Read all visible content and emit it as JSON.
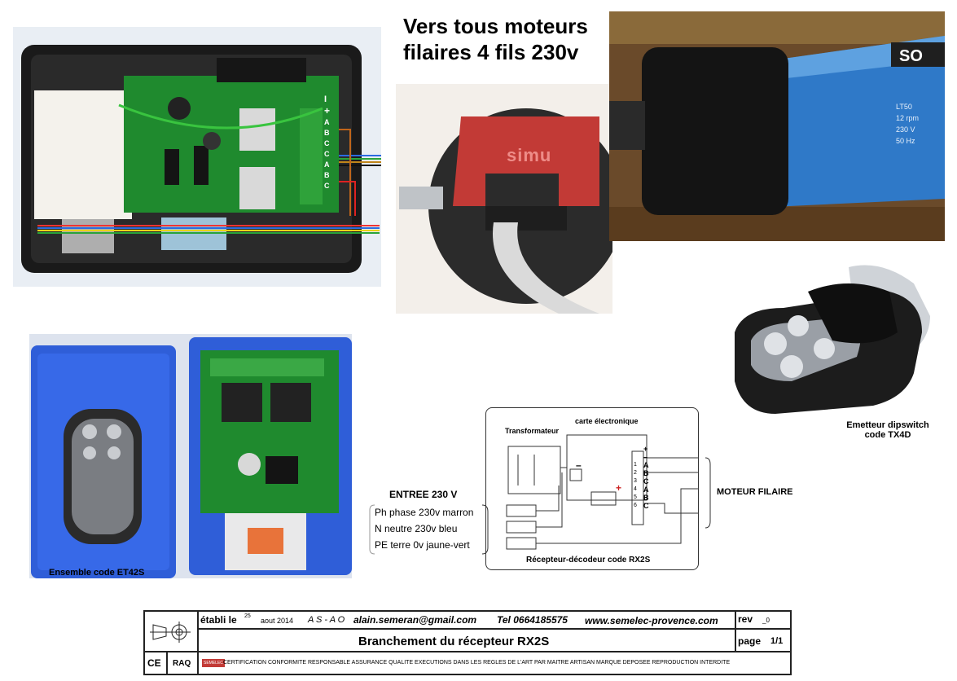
{
  "headline": {
    "line1": "Vers tous moteurs",
    "line2": "filaires 4 fils 230v"
  },
  "terminal_labels": [
    "I",
    "+",
    "A",
    "B",
    "C",
    "C",
    "A",
    "B",
    "C"
  ],
  "simu_logo": "simu",
  "motor_tube": {
    "brand": "SO",
    "specs": [
      "LT50",
      "12 rpm",
      "230 V",
      "50 Hz"
    ]
  },
  "remote_caption": {
    "line1": "Emetteur dipswitch",
    "line2": "code TX4D"
  },
  "ensemble_caption": "Ensemble code ET42S",
  "schema": {
    "carte": "carte électronique",
    "transfo": "Transformateur",
    "terminals": [
      "+",
      "–",
      "A",
      "B",
      "C",
      "A",
      "B",
      "C"
    ],
    "terminal_numbers": [
      "1",
      "2",
      "3",
      "4",
      "5",
      "6"
    ],
    "minus": "–",
    "plus": "+",
    "receiver_caption": "Récepteur-décodeur code RX2S"
  },
  "entree": {
    "title": "ENTREE  230 V",
    "lines": [
      "Ph phase 230v marron",
      "N   neutre 230v bleu",
      "PE terre  0v jaune-vert"
    ]
  },
  "moteur_label": "MOTEUR FILAIRE",
  "title_block": {
    "etabli": "établi le",
    "date_num": "25",
    "date_rest": "aout 2014",
    "author": "A S - A O",
    "email": "alain.semeran@gmail.com",
    "tel": "Tel 0664185575",
    "web": "www.semelec-provence.com",
    "rev": "rev",
    "rev_val": "_0",
    "title": "Branchement du récepteur RX2S",
    "page": "page",
    "page_val": "1/1",
    "ce": "CE",
    "raq": "RAQ",
    "badge": "SEMELEC",
    "certification": "CERTIFICATION CONFORMITE RESPONSABLE ASSURANCE QUALITE  EXECUTIONS DANS LES REGLES DE L'ART PAR MAITRE ARTISAN  MARQUE DEPOSEE  REPRODUCTION INTERDITE"
  },
  "colors": {
    "pcb_green": "#1f8a2e",
    "case_black": "#1a1a1a",
    "motor_blue": "#2f79c8",
    "simu_red": "#c23a36",
    "blue_box": "#2f5ed8"
  }
}
